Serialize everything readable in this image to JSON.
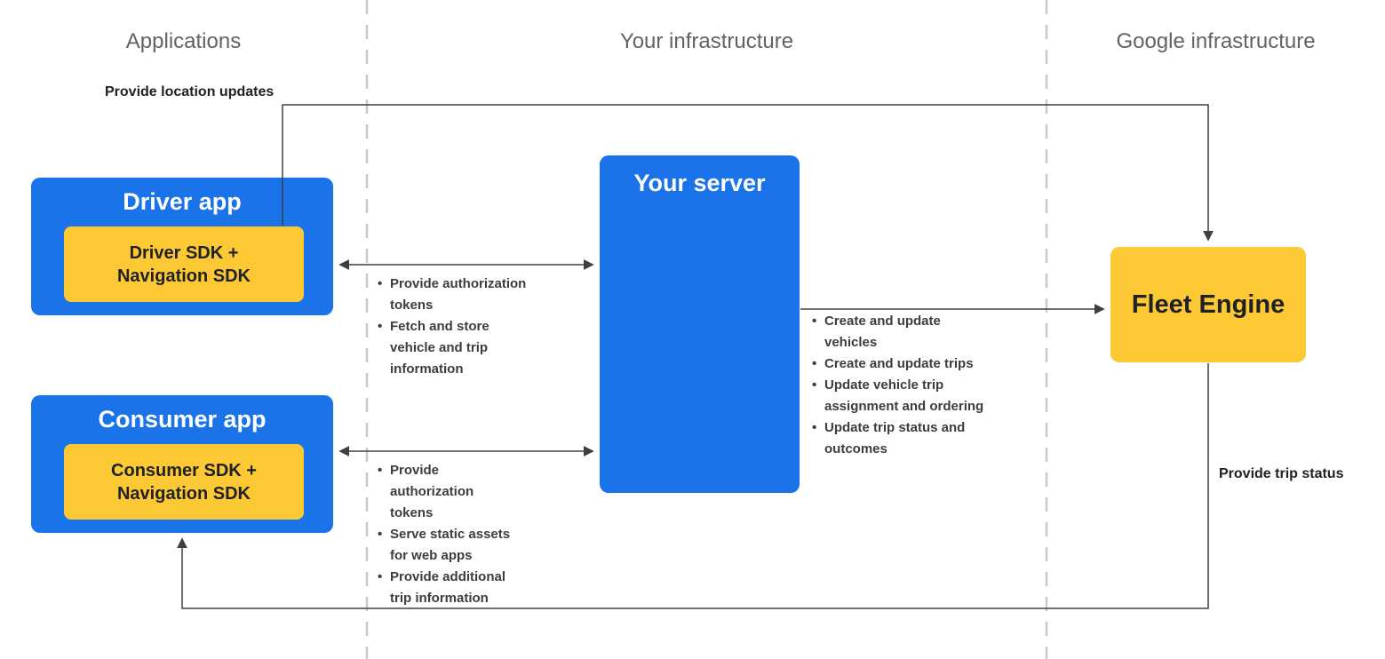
{
  "diagram": {
    "columns": {
      "applications": "Applications",
      "your_infrastructure": "Your infrastructure",
      "google_infrastructure": "Google infrastructure"
    },
    "nodes": {
      "driver_app": {
        "title": "Driver app",
        "sdk_label": "Driver SDK + Navigation SDK"
      },
      "consumer_app": {
        "title": "Consumer app",
        "sdk_label": "Consumer SDK + Navigation SDK"
      },
      "your_server": {
        "title": "Your server"
      },
      "fleet_engine": {
        "title": "Fleet Engine"
      }
    },
    "edges": {
      "location_updates": {
        "label": "Provide location updates"
      },
      "driver_server": {
        "items": [
          "Provide authorization tokens",
          "Fetch and store vehicle and trip information"
        ]
      },
      "consumer_server": {
        "items": [
          "Provide authorization tokens",
          "Serve static assets for web apps",
          "Provide additional trip information"
        ]
      },
      "server_fleet": {
        "items": [
          "Create and update vehicles",
          "Create and update trips",
          "Update vehicle trip assignment and ordering",
          "Update trip status and outcomes"
        ]
      },
      "trip_status": {
        "label": "Provide trip status"
      }
    }
  },
  "colors": {
    "blue": "#1a73e8",
    "yellow": "#fcc934",
    "text-dark": "#202124",
    "heading-gray": "#5f6368",
    "line": "#3c4043",
    "divider": "#c7cacd"
  }
}
